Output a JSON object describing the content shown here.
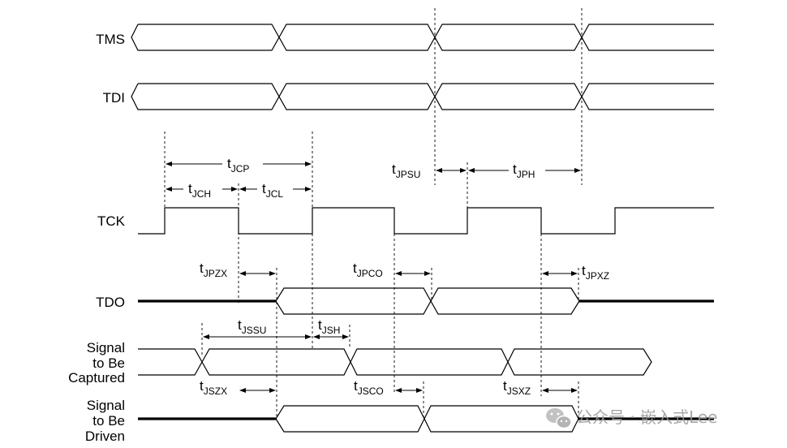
{
  "signals": {
    "tms": "TMS",
    "tdi": "TDI",
    "tck": "TCK",
    "tdo": "TDO",
    "captured": [
      "Signal",
      "to Be",
      "Captured"
    ],
    "driven": [
      "Signal",
      "to Be",
      "Driven"
    ]
  },
  "timing": {
    "jcp": {
      "t": "t",
      "sub": "JCP"
    },
    "jch": {
      "t": "t",
      "sub": "JCH"
    },
    "jcl": {
      "t": "t",
      "sub": "JCL"
    },
    "jpsu": {
      "t": "t",
      "sub": "JPSU"
    },
    "jph": {
      "t": "t",
      "sub": "JPH"
    },
    "jpzx": {
      "t": "t",
      "sub": "JPZX"
    },
    "jpco": {
      "t": "t",
      "sub": "JPCO"
    },
    "jpxz": {
      "t": "t",
      "sub": "JPXZ"
    },
    "jssu": {
      "t": "t",
      "sub": "JSSU"
    },
    "jsh": {
      "t": "t",
      "sub": "JSH"
    },
    "jszx": {
      "t": "t",
      "sub": "JSZX"
    },
    "jsco": {
      "t": "t",
      "sub": "JSCO"
    },
    "jsxz": {
      "t": "t",
      "sub": "JSXZ"
    }
  },
  "watermark": {
    "text": "公众号 · 嵌入式Lee",
    "icon": "wechat-icon"
  }
}
